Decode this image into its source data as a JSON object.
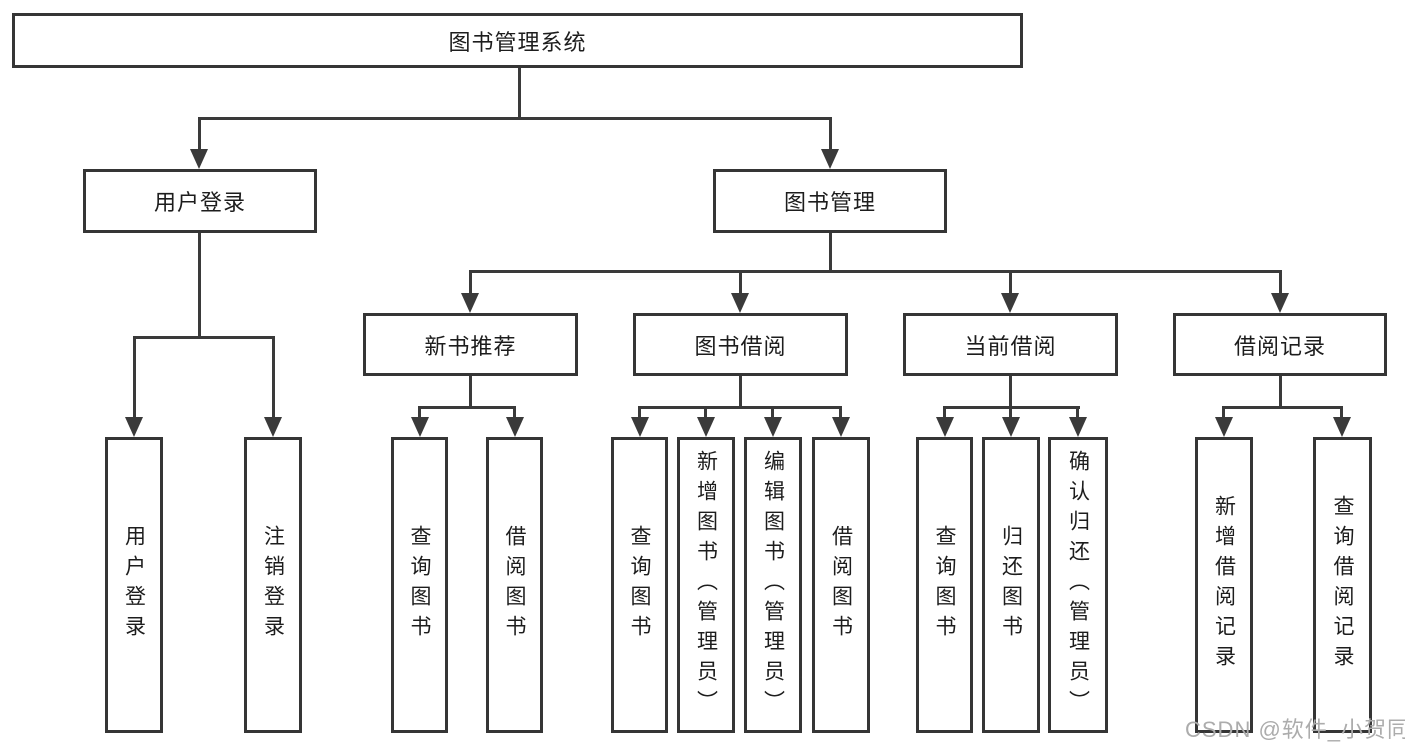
{
  "diagram_type": "hierarchy-tree",
  "tree": {
    "label": "图书管理系统",
    "children": [
      {
        "label": "用户登录",
        "children": [
          {
            "label": "用户登录"
          },
          {
            "label": "注销登录"
          }
        ]
      },
      {
        "label": "图书管理",
        "children": [
          {
            "label": "新书推荐",
            "children": [
              {
                "label": "查询图书"
              },
              {
                "label": "借阅图书"
              }
            ]
          },
          {
            "label": "图书借阅",
            "children": [
              {
                "label": "查询图书"
              },
              {
                "label": "新增图书（管理员）"
              },
              {
                "label": "编辑图书（管理员）"
              },
              {
                "label": "借阅图书"
              }
            ]
          },
          {
            "label": "当前借阅",
            "children": [
              {
                "label": "查询图书"
              },
              {
                "label": "归还图书"
              },
              {
                "label": "确认归还（管理员）"
              }
            ]
          },
          {
            "label": "借阅记录",
            "children": [
              {
                "label": "新增借阅记录"
              },
              {
                "label": "查询借阅记录"
              }
            ]
          }
        ]
      }
    ]
  },
  "watermark": "CSDN @软件_小贺同学",
  "colors": {
    "line": "#3a3a3a",
    "border": "#353535",
    "text": "#1d1d1d",
    "watermark": "#acacac",
    "background": "#ffffff"
  }
}
